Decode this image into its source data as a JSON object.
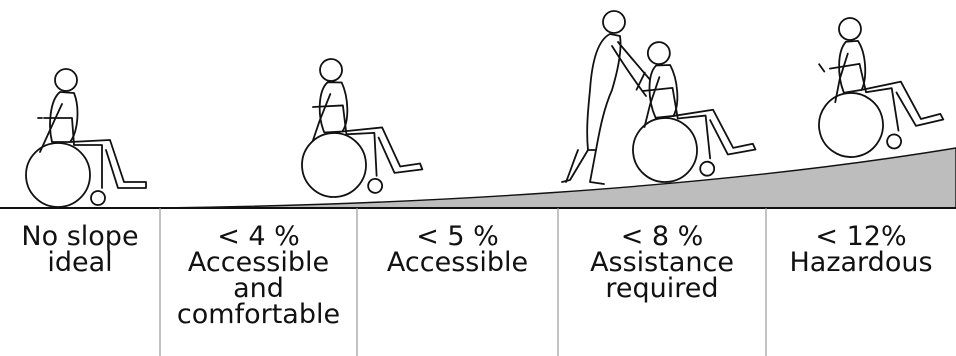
{
  "categories": [
    {
      "lines": [
        "No slope",
        "ideal"
      ]
    },
    {
      "lines": [
        "< 4 %",
        "Accessible",
        "and",
        "comfortable"
      ]
    },
    {
      "lines": [
        "< 5 %",
        "Accessible"
      ]
    },
    {
      "lines": [
        "< 8 %",
        "Assistance",
        "required"
      ]
    },
    {
      "lines": [
        "< 12%",
        "Hazardous"
      ]
    }
  ],
  "colors": {
    "ramp_fill": "#bdbdbd",
    "ink": "#111111",
    "background": "#ffffff"
  }
}
